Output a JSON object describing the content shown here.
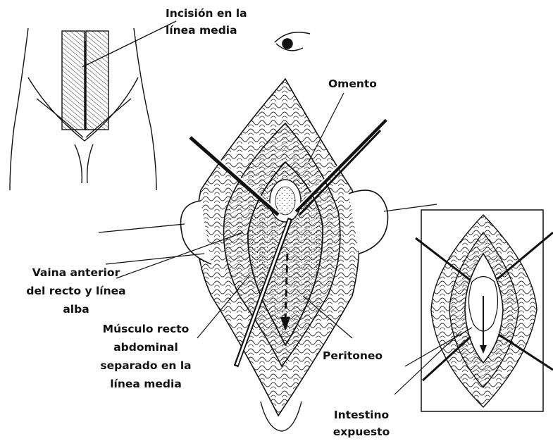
{
  "labels": {
    "incision_line1": "Incisión en la",
    "incision_line2": "línea media",
    "omento": "Omento",
    "vaina_line1": "Vaina anterior",
    "vaina_line2": "del recto y línea",
    "vaina_line3": "alba",
    "musculo_line1": "Músculo recto",
    "musculo_line2": "abdominal",
    "musculo_line3": "separado en la",
    "musculo_line4": "línea media",
    "peritoneo": "Peritoneo",
    "intestino_line1": "Intestino",
    "intestino_line2": "expuesto"
  }
}
